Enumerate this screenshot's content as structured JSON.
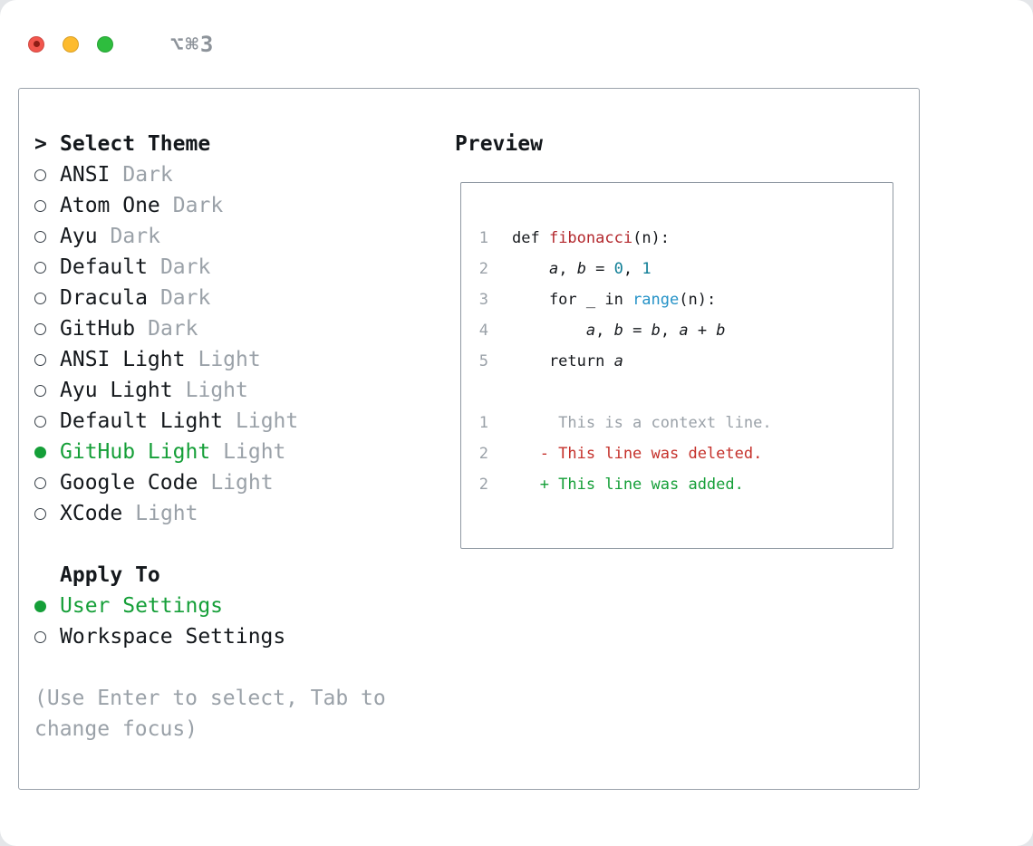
{
  "window": {
    "shortcut": "⌥⌘3"
  },
  "colors": {
    "accent_green": "#159f38",
    "added_green": "#159f38",
    "func_red": "#b3282d",
    "deleted_red": "#c5312b",
    "number_teal": "#0f7e96",
    "keyword_blue": "#2492c7",
    "muted_gray": "#9aa1a8"
  },
  "selector": {
    "prefix": ">",
    "title": "Select Theme",
    "themes": [
      {
        "name": "ANSI",
        "variant": "Dark",
        "selected": false
      },
      {
        "name": "Atom One",
        "variant": "Dark",
        "selected": false
      },
      {
        "name": "Ayu",
        "variant": "Dark",
        "selected": false
      },
      {
        "name": "Default",
        "variant": "Dark",
        "selected": false
      },
      {
        "name": "Dracula",
        "variant": "Dark",
        "selected": false
      },
      {
        "name": "GitHub",
        "variant": "Dark",
        "selected": false
      },
      {
        "name": "ANSI Light",
        "variant": "Light",
        "selected": false
      },
      {
        "name": "Ayu Light",
        "variant": "Light",
        "selected": false
      },
      {
        "name": "Default Light",
        "variant": "Light",
        "selected": false
      },
      {
        "name": "GitHub Light",
        "variant": "Light",
        "selected": true
      },
      {
        "name": "Google Code",
        "variant": "Light",
        "selected": false
      },
      {
        "name": "XCode",
        "variant": "Light",
        "selected": false
      }
    ],
    "apply_title": "Apply To",
    "apply_options": [
      {
        "label": "User Settings",
        "selected": true
      },
      {
        "label": "Workspace Settings",
        "selected": false
      }
    ],
    "hint": "(Use Enter to select, Tab to change focus)"
  },
  "preview": {
    "title": "Preview",
    "lines": [
      {
        "num": "1",
        "tokens": [
          [
            "def ",
            "p"
          ],
          [
            "fibonacci",
            "f"
          ],
          [
            "(n):",
            "p"
          ]
        ]
      },
      {
        "num": "2",
        "tokens": [
          [
            "    ",
            "p"
          ],
          [
            "a",
            "v"
          ],
          [
            ", ",
            "p"
          ],
          [
            "b",
            "v"
          ],
          [
            " = ",
            "p"
          ],
          [
            "0",
            "n"
          ],
          [
            ", ",
            "p"
          ],
          [
            "1",
            "n"
          ]
        ]
      },
      {
        "num": "3",
        "tokens": [
          [
            "    for _ in ",
            "p"
          ],
          [
            "range",
            "k"
          ],
          [
            "(n):",
            "p"
          ]
        ]
      },
      {
        "num": "4",
        "tokens": [
          [
            "        ",
            "p"
          ],
          [
            "a",
            "v"
          ],
          [
            ", ",
            "p"
          ],
          [
            "b",
            "v"
          ],
          [
            " = ",
            "p"
          ],
          [
            "b",
            "v"
          ],
          [
            ", ",
            "p"
          ],
          [
            "a",
            "v"
          ],
          [
            " + ",
            "p"
          ],
          [
            "b",
            "v"
          ]
        ]
      },
      {
        "num": "5",
        "tokens": [
          [
            "    return ",
            "p"
          ],
          [
            "a",
            "v"
          ]
        ]
      },
      {
        "num": "",
        "tokens": []
      },
      {
        "num": "1",
        "tokens": [
          [
            "     This is a context line.",
            "g"
          ]
        ]
      },
      {
        "num": "2",
        "tokens": [
          [
            "   - This line was deleted.",
            "d"
          ]
        ]
      },
      {
        "num": "2",
        "tokens": [
          [
            "   + This line was added.",
            "a"
          ]
        ]
      }
    ]
  }
}
